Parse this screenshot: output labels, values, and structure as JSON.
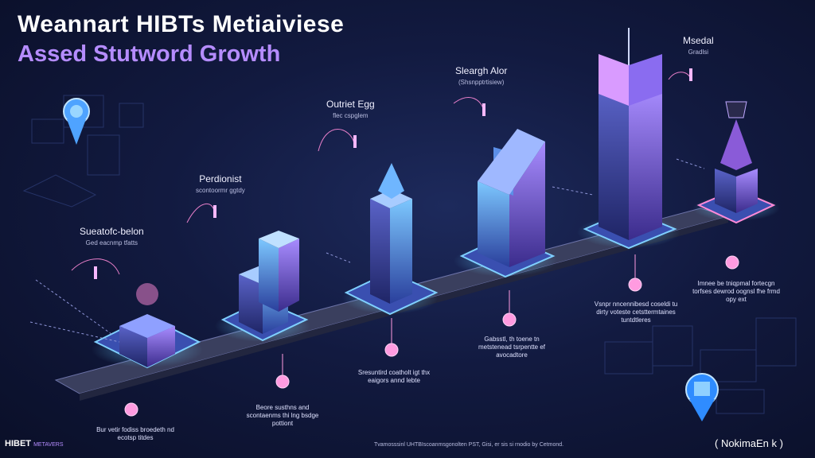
{
  "header": {
    "title_line1": "Weannart HIBTs Metiaiviese",
    "title_line2": "Assed Stutword Growth"
  },
  "stages": [
    {
      "name": "Sueatofc-belon",
      "sub": "Ged eacnmp tfatts",
      "desc": "Bur vetir fodiss broedeth nd ecotsp titdes"
    },
    {
      "name": "Perdionist",
      "sub": "scontoormr ggtdy",
      "desc": "Beore susthns and scontaenms thi lng bsdge pottiont"
    },
    {
      "name": "Outriet Egg",
      "sub": "flec cspglem",
      "desc": "Sresuntird coatholt igt thx eaigors annd lebte"
    },
    {
      "name": "Sleargh Alor",
      "sub": "(Shsnpptrtisiew)",
      "desc": "Gabsstl, th toene tn metstenead tsrpentte ef avocadtore"
    },
    {
      "name": "Msedal",
      "sub": "Gradlsi",
      "desc": "Vsnpr nncennibesd coseldi tu dirty voteste cetsttermtaines tuntdtleres"
    },
    {
      "name": "",
      "sub": "",
      "desc": "Imnee be tniqpmal fortecgn torfses dewrod oognsl fhe frmd opy ext"
    }
  ],
  "footer": {
    "brand": "HIBET",
    "brand_small": "METAVERS",
    "caption": "Tvamosssinl UHTBIscoanmsgonolten PST, Gisi, er sis si rnodio by Cetmond.",
    "right": "( NokimaEn k )"
  },
  "colors": {
    "accent_purple": "#b58cff",
    "glow_blue": "#4fb8ff",
    "glow_pink": "#ff8ad8",
    "background": "#121a40"
  }
}
